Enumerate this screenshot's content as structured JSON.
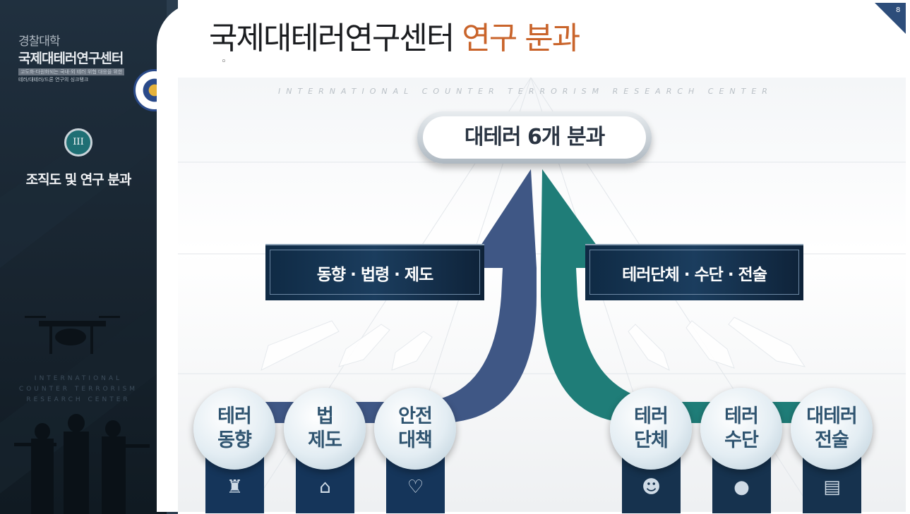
{
  "sidebar": {
    "subtitle": "경찰대학",
    "title": "국제대테러연구센터",
    "tagline_1": "고도화·다원화되는 국내·외 테러 위협 대응을 위한",
    "tagline_2": "테러/대테러/드론 연구의 싱크탱크",
    "section_numeral": "III",
    "section_title": "조직도 및 연구 분과",
    "watermark": [
      "INTERNATIONAL",
      "COUNTER TERRORISM",
      "RESEARCH CENTER"
    ]
  },
  "header": {
    "title_main": "국제대테러연구센터",
    "title_accent": "연구 분과",
    "bullet": "◦",
    "banner": "INTERNATIONAL COUNTER TERRORISM RESEARCH CENTER",
    "page_number": "8"
  },
  "diagram": {
    "top_label": "대테러 6개 분과",
    "left_category": "동향 · 법령 · 제도",
    "right_category": "테러단체 · 수단 · 전술",
    "left_color": "#3f5785",
    "right_color": "#1f7d78",
    "divisions": [
      {
        "line1": "테러",
        "line2": "동향",
        "icon": "meeting-icon"
      },
      {
        "line1": "법",
        "line2": "제도",
        "icon": "building-icon"
      },
      {
        "line1": "안전",
        "line2": "대책",
        "icon": "hands-icon"
      },
      {
        "line1": "테러",
        "line2": "단체",
        "icon": "terrorist-icon"
      },
      {
        "line1": "테러",
        "line2": "수단",
        "icon": "bomb-icon"
      },
      {
        "line1": "대테러",
        "line2": "전술",
        "icon": "strategy-icon"
      }
    ]
  }
}
